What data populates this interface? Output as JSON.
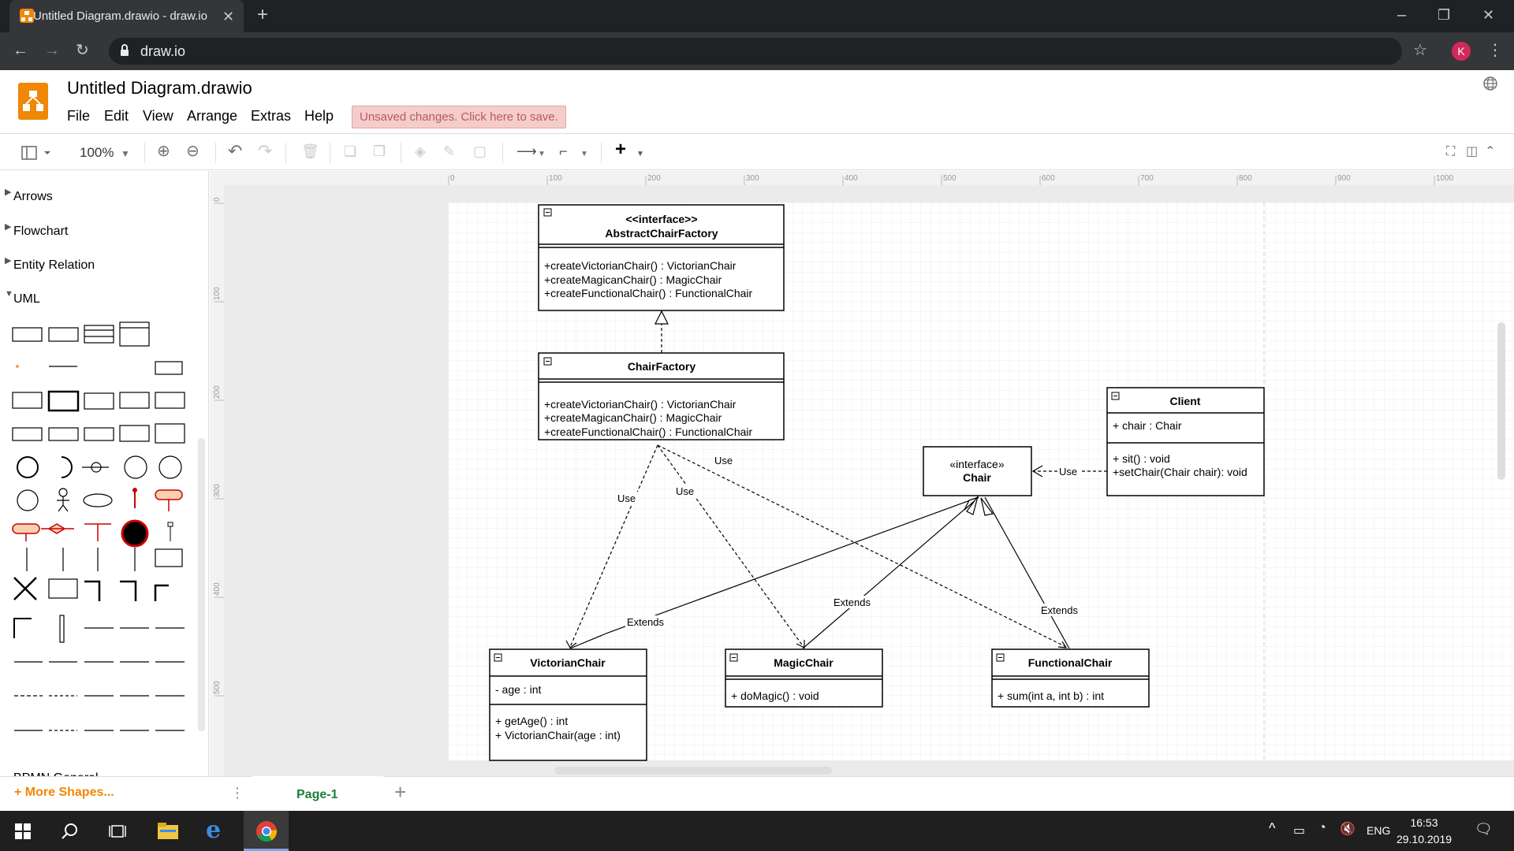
{
  "browser": {
    "tab_title": "Untitled Diagram.drawio - draw.io",
    "url": "draw.io",
    "profile_initial": "K"
  },
  "app": {
    "document_title": "Untitled Diagram.drawio",
    "menus": [
      "File",
      "Edit",
      "View",
      "Arrange",
      "Extras",
      "Help"
    ],
    "unsaved_notice": "Unsaved changes. Click here to save.",
    "zoom": "100%"
  },
  "sidebar": {
    "sections": [
      "Arrows",
      "Flowchart",
      "Entity Relation",
      "UML",
      "BPMN General"
    ],
    "more_shapes": "+ More Shapes..."
  },
  "ruler": {
    "x_labels": [
      "0",
      "100",
      "200",
      "300",
      "400",
      "500",
      "600",
      "700",
      "800",
      "900",
      "1000"
    ],
    "y_labels": [
      "0",
      "100",
      "200",
      "300",
      "400",
      "500"
    ]
  },
  "diagram": {
    "abstract_factory": {
      "stereotype": "<<interface>>",
      "name": "AbstractChairFactory",
      "methods": [
        "+createVictorianChair() : VictorianChair",
        "+createMagicanChair() : MagicChair",
        "+createFunctionalChair() : FunctionalChair"
      ]
    },
    "chair_factory": {
      "name": "ChairFactory",
      "methods": [
        "+createVictorianChair() : VictorianChair",
        "+createMagicanChair() : MagicChair",
        "+createFunctionalChair() : FunctionalChair"
      ]
    },
    "client": {
      "name": "Client",
      "fields": [
        "+ chair : Chair"
      ],
      "methods": [
        "+ sit() : void",
        "+setChair(Chair chair): void"
      ]
    },
    "chair": {
      "stereotype": "«interface»",
      "name": "Chair"
    },
    "victorian": {
      "name": "VictorianChair",
      "fields": [
        "- age : int"
      ],
      "methods": [
        "+ getAge() : int",
        "+ VictorianChair(age : int)"
      ]
    },
    "magic": {
      "name": "MagicChair",
      "methods": [
        "+ doMagic() : void"
      ]
    },
    "functional": {
      "name": "FunctionalChair",
      "methods": [
        "+ sum(int a, int b) : int"
      ]
    },
    "edge_labels": {
      "use_victorian": "Use",
      "use_magic": "Use",
      "use_functional": "Use",
      "use_client": "Use",
      "extends_victorian": "Extends",
      "extends_magic": "Extends",
      "extends_functional": "Extends"
    }
  },
  "pages": [
    "Page-1"
  ],
  "taskbar": {
    "language": "ENG",
    "time": "16:53",
    "date": "29.10.2019"
  }
}
